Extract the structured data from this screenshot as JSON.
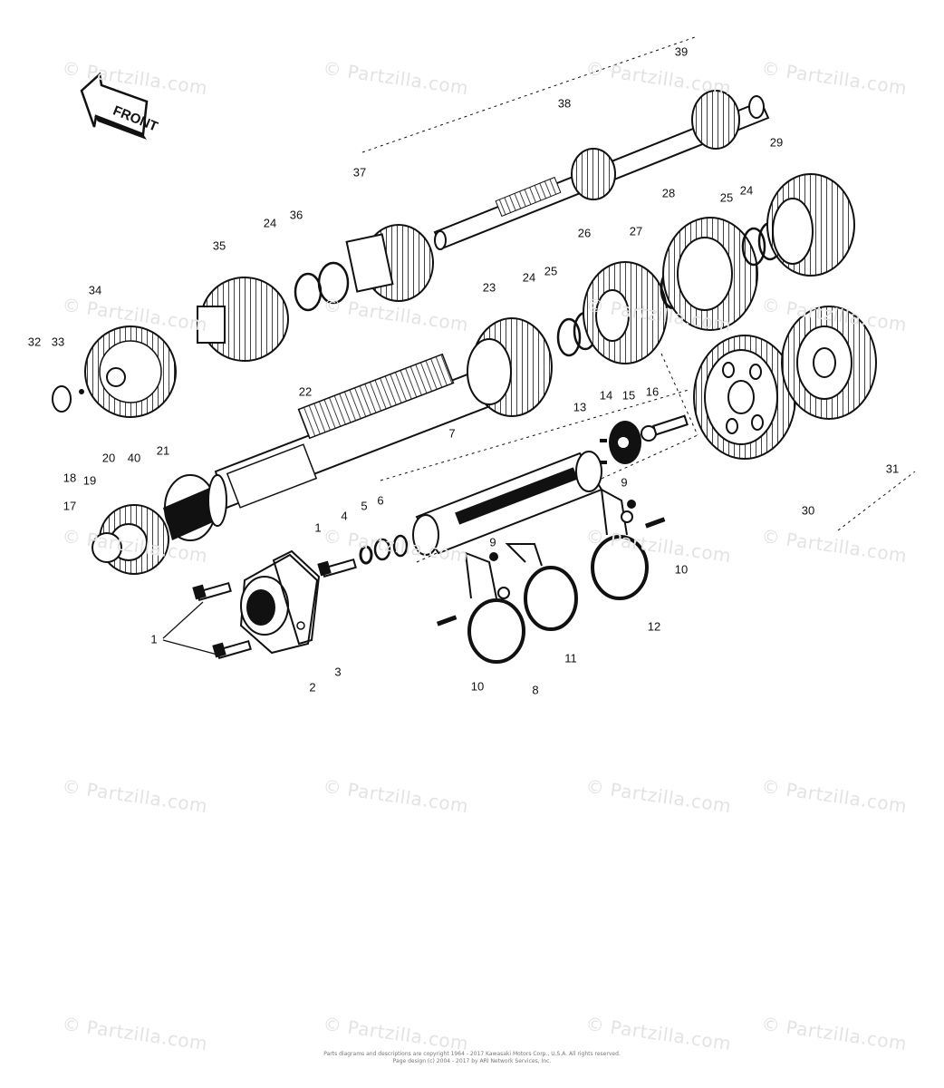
{
  "watermark_text": "© Partzilla.com",
  "front_label": "FRONT",
  "callouts": [
    "39",
    "38",
    "37",
    "29",
    "28",
    "24",
    "25",
    "36",
    "24",
    "35",
    "27",
    "26",
    "34",
    "24",
    "25",
    "23",
    "32",
    "33",
    "22",
    "7",
    "13",
    "14",
    "15",
    "16",
    "20",
    "40",
    "21",
    "18",
    "19",
    "17",
    "1",
    "4",
    "5",
    "6",
    "9",
    "9",
    "10",
    "12",
    "11",
    "10",
    "8",
    "2",
    "3",
    "1",
    "30",
    "31"
  ],
  "copyright": {
    "line1": "Parts diagrams and descriptions are copyright 1964 - 2017 Kawasaki Motors Corp., U.S.A. All rights reserved.",
    "line2": "Page design (c) 2004 - 2017 by ARI Network Services, Inc."
  },
  "colors": {
    "ink": "#111111",
    "watermark": "#e3e3e3",
    "paper": "#ffffff"
  }
}
